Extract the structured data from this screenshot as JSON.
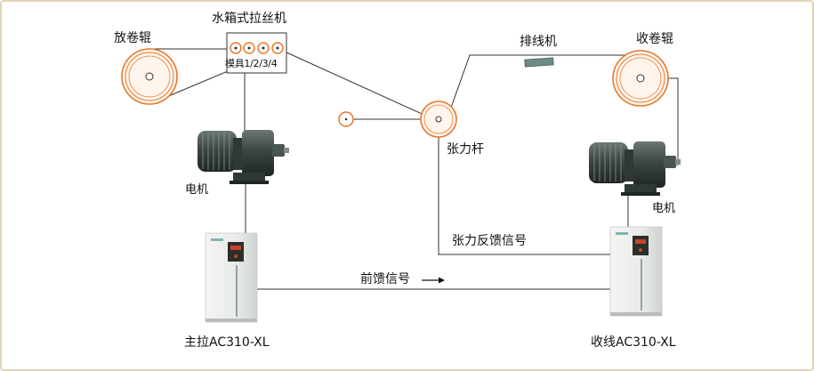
{
  "labels": {
    "payoff_reel": "放卷辊",
    "drawing_machine": "水箱式拉丝机",
    "dies": "模具1/2/3/4",
    "traverse": "排线机",
    "takeup_reel": "收卷辊",
    "dancer": "张力杆",
    "motor_left": "电机",
    "motor_right": "电机",
    "tension_feedback": "张力反馈信号",
    "feedforward": "前馈信号",
    "inverter_main": "主拉AC310-XL",
    "inverter_takeup": "收线AC310-XL"
  },
  "colors": {
    "frame": "#d9c79a",
    "line": "#333333",
    "orange": "#e8772e",
    "motor": "#3f4a45",
    "inverter_body": "#eef0ee",
    "traverse": "#6f8a86"
  }
}
